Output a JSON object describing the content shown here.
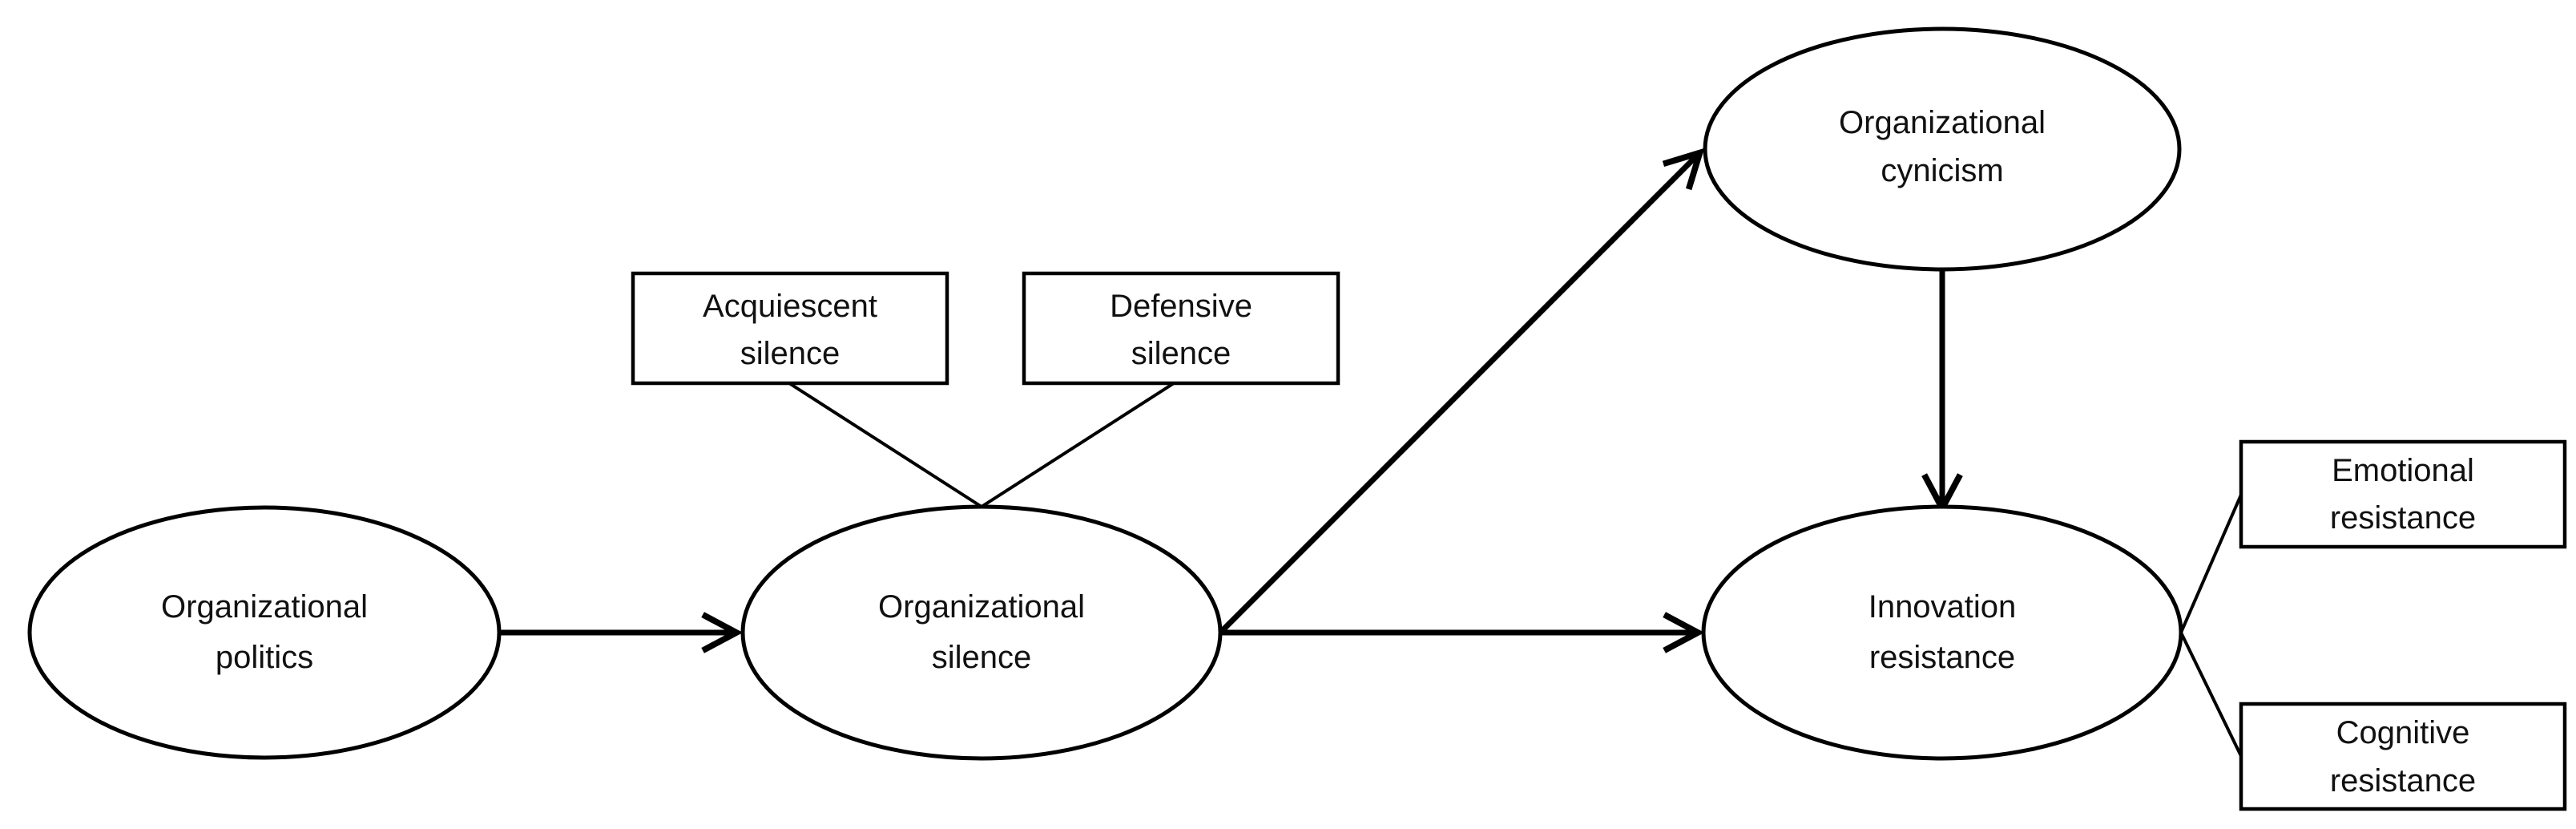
{
  "diagram": {
    "nodes": {
      "politics": {
        "line1": "Organizational",
        "line2": "politics"
      },
      "silence": {
        "line1": "Organizational",
        "line2": "silence"
      },
      "cynicism": {
        "line1": "Organizational",
        "line2": "cynicism"
      },
      "innovation": {
        "line1": "Innovation",
        "line2": "resistance"
      }
    },
    "indicators": {
      "acquiescent": {
        "line1": "Acquiescent",
        "line2": "silence"
      },
      "defensive": {
        "line1": "Defensive",
        "line2": "silence"
      },
      "emotional": {
        "line1": "Emotional",
        "line2": "resistance"
      },
      "cognitive": {
        "line1": "Cognitive",
        "line2": "resistance"
      }
    },
    "colors": {
      "stroke": "#000000",
      "fill": "#ffffff",
      "text": "#111111"
    }
  }
}
